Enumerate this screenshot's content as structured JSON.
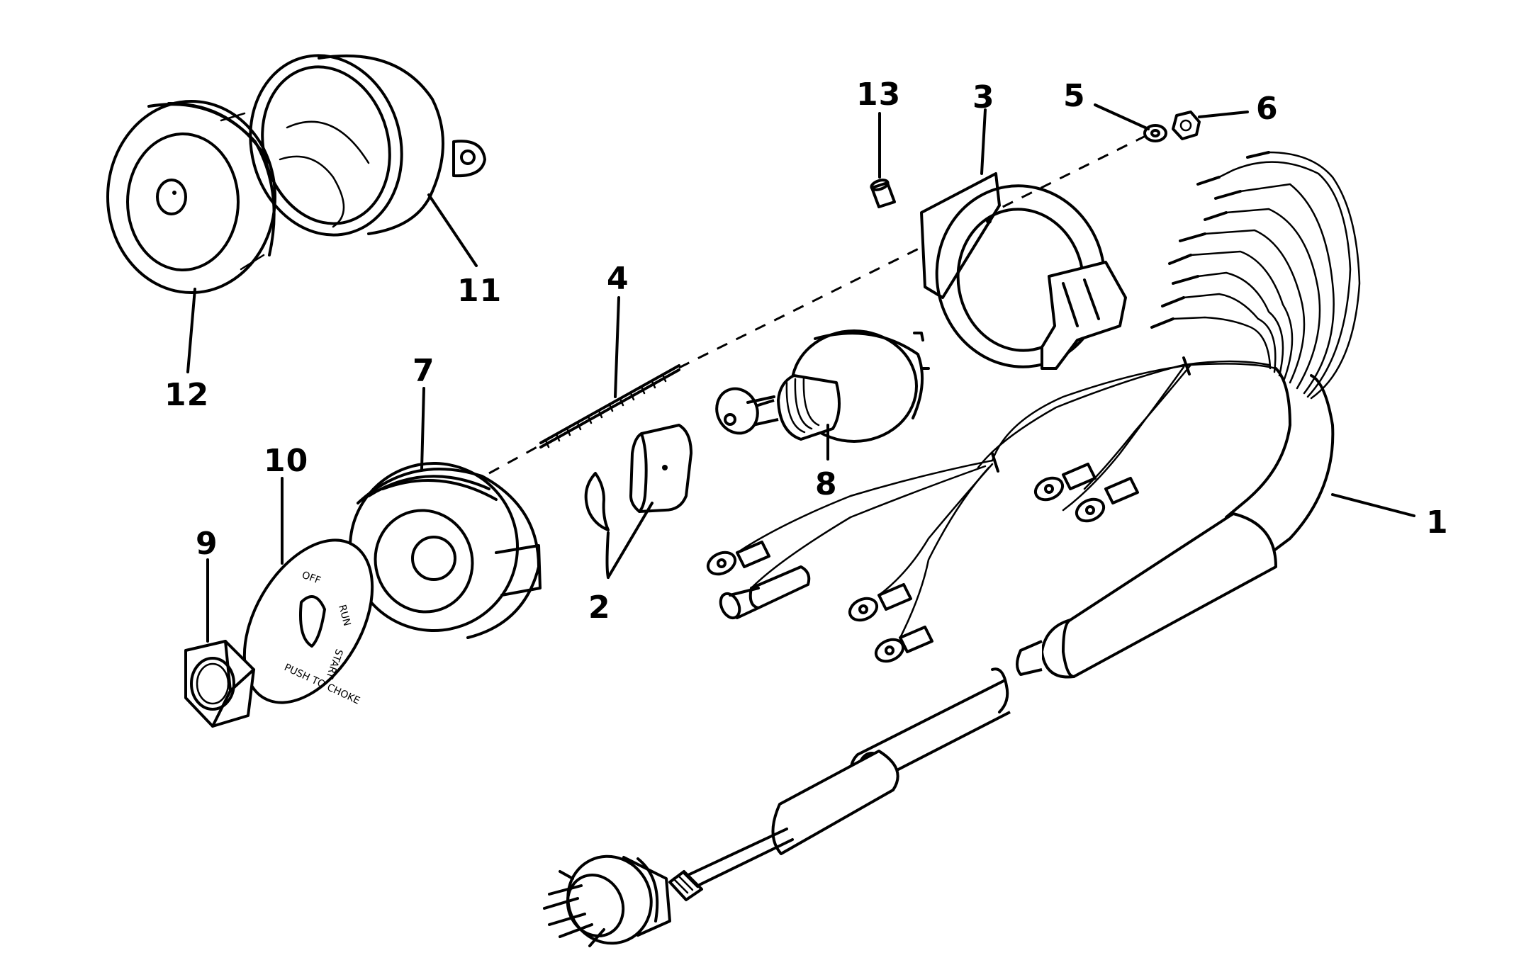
{
  "labels": {
    "p1": "1",
    "p2": "2",
    "p3": "3",
    "p4": "4",
    "p5": "5",
    "p6": "6",
    "p7": "7",
    "p8": "8",
    "p9": "9",
    "p10": "10",
    "p11": "11",
    "p12": "12",
    "p13": "13"
  },
  "plate": {
    "off": "OFF",
    "run": "RUN",
    "start": "START",
    "push_to_choke": "PUSH TO CHOKE"
  }
}
